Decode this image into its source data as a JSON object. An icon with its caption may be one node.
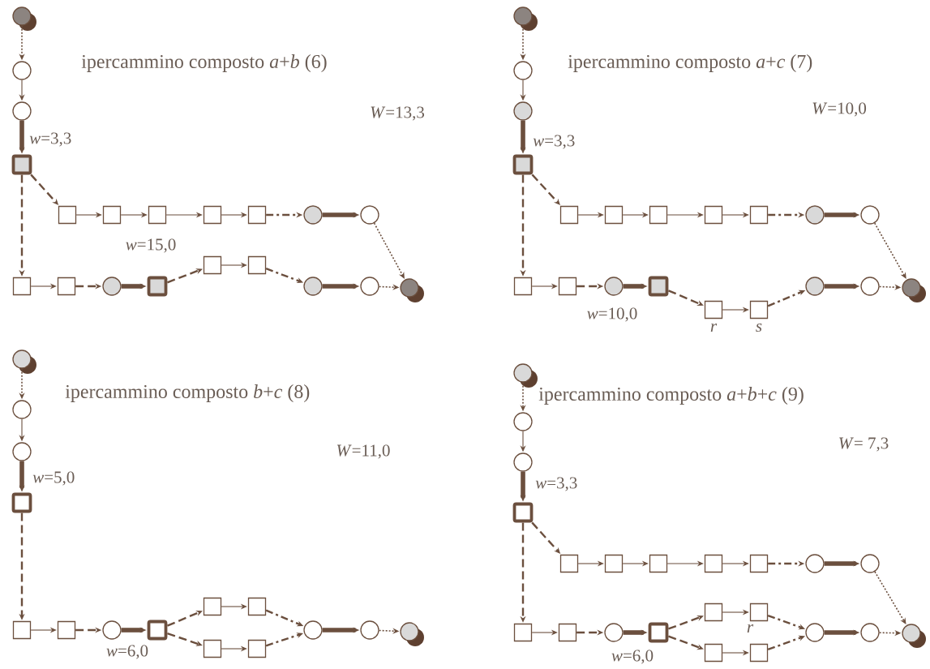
{
  "diagram": {
    "nodes": [
      {
        "text": [],
        "shape": "circle"
      },
      {
        "text": [],
        "shape": "circle"
      },
      {
        "text": [],
        "shape": "circle"
      },
      {
        "text": [],
        "shape": "box",
        "beside": [
          "*w*=3,3"
        ]
      },
      {
        "text": [],
        "shape": "box"
      },
      {
        "text": [],
        "shape": "box"
      },
      {
        "text": [],
        "shape": "box"
      },
      {
        "text": [],
        "shape": "box"
      },
      {
        "text": [],
        "shape": "box"
      },
      {
        "text": [],
        "shape": "circle"
      },
      {
        "text": [],
        "shape": "circle"
      },
      {
        "text": [],
        "shape": "box"
      },
      {
        "text": [],
        "shape": "box"
      },
      {
        "text": [],
        "shape": "circle"
      },
      {
        "text": [],
        "shape": "box",
        "beside": [
          "*w*=15,0"
        ]
      },
      {
        "text": [],
        "shape": "box"
      },
      {
        "text": [],
        "shape": "box"
      },
      {
        "text": [],
        "shape": "circle"
      },
      {
        "text": [],
        "shape": "circle"
      },
      {
        "text": [],
        "shape": "circle"
      },
      {
        "text": [],
        "shape": "circle"
      },
      {
        "text": [],
        "shape": "circle"
      },
      {
        "text": [],
        "shape": "circle"
      },
      {
        "text": [],
        "shape": "box",
        "beside": [
          "*w*=3,3"
        ]
      },
      {
        "text": [],
        "shape": "box"
      },
      {
        "text": [],
        "shape": "box"
      },
      {
        "text": [],
        "shape": "box"
      },
      {
        "text": [],
        "shape": "box"
      },
      {
        "text": [],
        "shape": "box"
      },
      {
        "text": [],
        "shape": "circle"
      },
      {
        "text": [],
        "shape": "circle"
      },
      {
        "text": [],
        "shape": "box"
      },
      {
        "text": [],
        "shape": "box"
      },
      {
        "text": [],
        "shape": "circle"
      },
      {
        "text": [],
        "shape": "box",
        "beside": [
          "*w*=10,0"
        ]
      },
      {
        "text": [],
        "shape": "box",
        "beside": [
          "r"
        ]
      },
      {
        "text": [],
        "shape": "box",
        "beside": [
          "s"
        ]
      },
      {
        "text": [],
        "shape": "circle"
      },
      {
        "text": [],
        "shape": "circle"
      },
      {
        "text": [],
        "shape": "circle"
      },
      {
        "text": [],
        "shape": "circle"
      },
      {
        "text": [],
        "shape": "circle"
      },
      {
        "text": [],
        "shape": "circle"
      },
      {
        "text": [],
        "shape": "box",
        "beside": [
          "*w*=5,0"
        ]
      },
      {
        "text": [],
        "shape": "box"
      },
      {
        "text": [],
        "shape": "box"
      },
      {
        "text": [],
        "shape": "circle"
      },
      {
        "text": [],
        "shape": "box",
        "beside": [
          "*w*=6,0"
        ]
      },
      {
        "text": [],
        "shape": "box"
      },
      {
        "text": [],
        "shape": "box"
      },
      {
        "text": [],
        "shape": "box"
      },
      {
        "text": [],
        "shape": "box"
      },
      {
        "text": [],
        "shape": "circle"
      },
      {
        "text": [],
        "shape": "circle"
      },
      {
        "text": [],
        "shape": "circle"
      },
      {
        "text": [],
        "shape": "circle"
      },
      {
        "text": [],
        "shape": "circle"
      },
      {
        "text": [],
        "shape": "circle"
      },
      {
        "text": [],
        "shape": "box",
        "beside": [
          "*w*=3,3"
        ]
      },
      {
        "text": [],
        "shape": "box"
      },
      {
        "text": [],
        "shape": "box"
      },
      {
        "text": [],
        "shape": "box"
      },
      {
        "text": [],
        "shape": "box"
      },
      {
        "text": [],
        "shape": "box"
      },
      {
        "text": [],
        "shape": "circle"
      },
      {
        "text": [],
        "shape": "circle"
      },
      {
        "text": [],
        "shape": "box"
      },
      {
        "text": [],
        "shape": "box"
      },
      {
        "text": [],
        "shape": "circle"
      },
      {
        "text": [],
        "shape": "box",
        "beside": [
          "*w*=6,0"
        ]
      },
      {
        "text": [],
        "shape": "box"
      },
      {
        "text": [],
        "shape": "box",
        "beside": [
          "r"
        ]
      },
      {
        "text": [],
        "shape": "box"
      },
      {
        "text": [],
        "shape": "box"
      },
      {
        "text": [],
        "shape": "circle"
      },
      {
        "text": [],
        "shape": "circle"
      },
      {
        "text": [],
        "shape": "circle"
      }
    ],
    "edges": [
      {
        "from": 0,
        "to": 1,
        "arrow": "to",
        "style": "dashed"
      },
      {
        "from": 1,
        "to": 2,
        "arrow": "to"
      },
      {
        "from": 2,
        "to": 3,
        "arrow": "to",
        "style": "thick"
      },
      {
        "from": 3,
        "to": 4,
        "arrow": "to",
        "style": "dashed"
      },
      {
        "from": 3,
        "to": 11,
        "arrow": "to",
        "style": "dashed"
      },
      {
        "from": 4,
        "to": 5,
        "arrow": "to"
      },
      {
        "from": 5,
        "to": 6,
        "arrow": "to"
      },
      {
        "from": 6,
        "to": 7,
        "arrow": "to"
      },
      {
        "from": 7,
        "to": 8,
        "arrow": "to"
      },
      {
        "from": 8,
        "to": 9,
        "arrow": "to",
        "style": "dashed"
      },
      {
        "from": 9,
        "to": 10,
        "arrow": "to",
        "style": "thick"
      },
      {
        "from": 10,
        "to": 19,
        "arrow": "to",
        "style": "dashed"
      },
      {
        "from": 11,
        "to": 12,
        "arrow": "to"
      },
      {
        "from": 12,
        "to": 13,
        "arrow": "to",
        "style": "dashed"
      },
      {
        "from": 13,
        "to": 14,
        "arrow": "to",
        "style": "thick"
      },
      {
        "from": 14,
        "to": 15,
        "arrow": "to",
        "style": "dashed"
      },
      {
        "from": 15,
        "to": 16,
        "arrow": "to"
      },
      {
        "from": 16,
        "to": 17,
        "arrow": "to",
        "style": "dashed"
      },
      {
        "from": 17,
        "to": 18,
        "arrow": "to",
        "style": "thick"
      },
      {
        "from": 18,
        "to": 19,
        "arrow": "to",
        "style": "dashed"
      },
      {
        "from": 20,
        "to": 21,
        "arrow": "to",
        "style": "dashed"
      },
      {
        "from": 21,
        "to": 22,
        "arrow": "to"
      },
      {
        "from": 22,
        "to": 23,
        "arrow": "to",
        "style": "thick"
      },
      {
        "from": 23,
        "to": 24,
        "arrow": "to",
        "style": "dashed"
      },
      {
        "from": 23,
        "to": 31,
        "arrow": "to",
        "style": "dashed"
      },
      {
        "from": 24,
        "to": 25,
        "arrow": "to"
      },
      {
        "from": 25,
        "to": 26,
        "arrow": "to"
      },
      {
        "from": 26,
        "to": 27,
        "arrow": "to"
      },
      {
        "from": 27,
        "to": 28,
        "arrow": "to"
      },
      {
        "from": 28,
        "to": 29,
        "arrow": "to",
        "style": "dashed"
      },
      {
        "from": 29,
        "to": 30,
        "arrow": "to",
        "style": "thick"
      },
      {
        "from": 30,
        "to": 39,
        "arrow": "to",
        "style": "dashed"
      },
      {
        "from": 31,
        "to": 32,
        "arrow": "to"
      },
      {
        "from": 32,
        "to": 33,
        "arrow": "to",
        "style": "dashed"
      },
      {
        "from": 33,
        "to": 34,
        "arrow": "to",
        "style": "thick"
      },
      {
        "from": 34,
        "to": 35,
        "arrow": "to",
        "style": "dashed"
      },
      {
        "from": 35,
        "to": 36,
        "arrow": "to"
      },
      {
        "from": 36,
        "to": 37,
        "arrow": "to",
        "style": "dashed"
      },
      {
        "from": 37,
        "to": 38,
        "arrow": "to",
        "style": "thick"
      },
      {
        "from": 38,
        "to": 39,
        "arrow": "to",
        "style": "dashed"
      },
      {
        "from": 40,
        "to": 41,
        "arrow": "to",
        "style": "dashed"
      },
      {
        "from": 41,
        "to": 42,
        "arrow": "to"
      },
      {
        "from": 42,
        "to": 43,
        "arrow": "to",
        "style": "thick"
      },
      {
        "from": 43,
        "to": 44,
        "arrow": "to",
        "style": "dashed"
      },
      {
        "from": 44,
        "to": 45,
        "arrow": "to"
      },
      {
        "from": 45,
        "to": 46,
        "arrow": "to",
        "style": "dashed"
      },
      {
        "from": 46,
        "to": 47,
        "arrow": "to",
        "style": "thick"
      },
      {
        "from": 47,
        "to": 48,
        "arrow": "to",
        "style": "dashed"
      },
      {
        "from": 47,
        "to": 50,
        "arrow": "to",
        "style": "dashed"
      },
      {
        "from": 48,
        "to": 49,
        "arrow": "to"
      },
      {
        "from": 50,
        "to": 51,
        "arrow": "to"
      },
      {
        "from": 49,
        "to": 52,
        "arrow": "to",
        "style": "dashed"
      },
      {
        "from": 51,
        "to": 52,
        "arrow": "to",
        "style": "dashed"
      },
      {
        "from": 52,
        "to": 53,
        "arrow": "to",
        "style": "thick"
      },
      {
        "from": 53,
        "to": 54,
        "arrow": "to",
        "style": "dashed"
      },
      {
        "from": 55,
        "to": 56,
        "arrow": "to",
        "style": "dashed"
      },
      {
        "from": 56,
        "to": 57,
        "arrow": "to"
      },
      {
        "from": 57,
        "to": 58,
        "arrow": "to",
        "style": "thick"
      },
      {
        "from": 58,
        "to": 59,
        "arrow": "to",
        "style": "dashed"
      },
      {
        "from": 58,
        "to": 66,
        "arrow": "to",
        "style": "dashed"
      },
      {
        "from": 59,
        "to": 60,
        "arrow": "to"
      },
      {
        "from": 60,
        "to": 61,
        "arrow": "to"
      },
      {
        "from": 61,
        "to": 62,
        "arrow": "to"
      },
      {
        "from": 62,
        "to": 63,
        "arrow": "to"
      },
      {
        "from": 63,
        "to": 64,
        "arrow": "to",
        "style": "dashed"
      },
      {
        "from": 64,
        "to": 65,
        "arrow": "to",
        "style": "thick"
      },
      {
        "from": 65,
        "to": 76,
        "arrow": "to",
        "style": "dashed"
      },
      {
        "from": 66,
        "to": 67,
        "arrow": "to"
      },
      {
        "from": 67,
        "to": 68,
        "arrow": "to",
        "style": "dashed"
      },
      {
        "from": 68,
        "to": 69,
        "arrow": "to",
        "style": "thick"
      },
      {
        "from": 69,
        "to": 70,
        "arrow": "to",
        "style": "dashed"
      },
      {
        "from": 69,
        "to": 72,
        "arrow": "to",
        "style": "dashed"
      },
      {
        "from": 70,
        "to": 71,
        "arrow": "to"
      },
      {
        "from": 72,
        "to": 73,
        "arrow": "to"
      },
      {
        "from": 71,
        "to": 74,
        "arrow": "to",
        "style": "dashed"
      },
      {
        "from": 73,
        "to": 74,
        "arrow": "to",
        "style": "dashed"
      },
      {
        "from": 74,
        "to": 75,
        "arrow": "to",
        "style": "thick"
      },
      {
        "from": 75,
        "to": 76,
        "arrow": "to",
        "style": "dashed"
      }
    ],
    "labels": [
      "ipercammino composto *a*+*b* (6)",
      "ipercammino composto *a*+*c* (7)",
      "*W*=13,3",
      "*W*=10,0",
      "ipercammino composto *b*+*c* (8)",
      "ipercammino composto *a*+*b*+*c* (9)",
      "*W*=11,0",
      "*W*= 7,3"
    ]
  }
}
